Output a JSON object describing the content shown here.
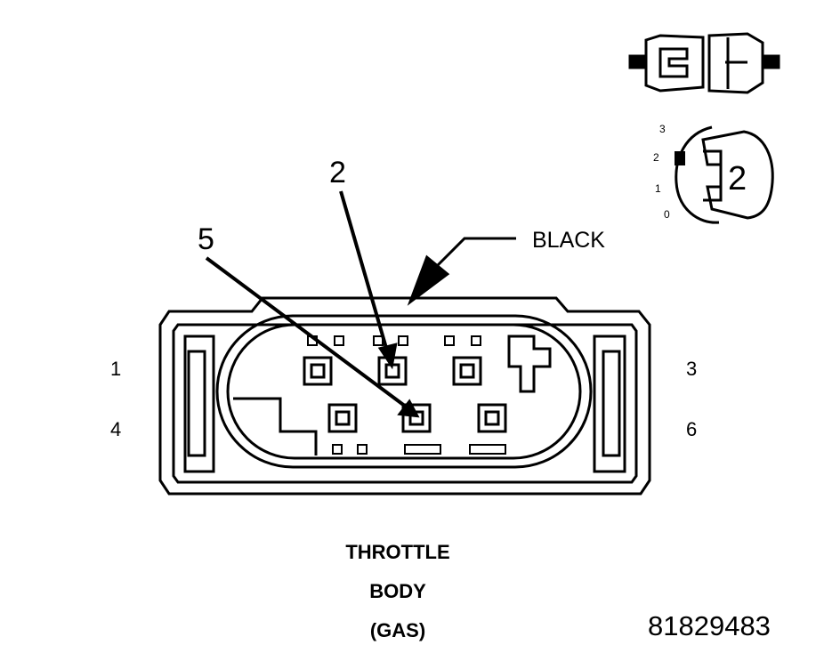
{
  "callouts": {
    "pin_2": "2",
    "pin_5": "5"
  },
  "color_label": "BLACK",
  "cavity_numbers": {
    "left_top": "1",
    "left_bottom": "4",
    "right_top": "3",
    "right_bottom": "6"
  },
  "caption": {
    "line1": "THROTTLE",
    "line2": "BODY",
    "line3": "(GAS)"
  },
  "part_number": "81829483",
  "key_icon": {
    "scale": [
      "3",
      "2",
      "1",
      "0"
    ],
    "number": "2"
  },
  "icons": {
    "connector": "connector-halves-icon",
    "key": "key-position-icon"
  }
}
